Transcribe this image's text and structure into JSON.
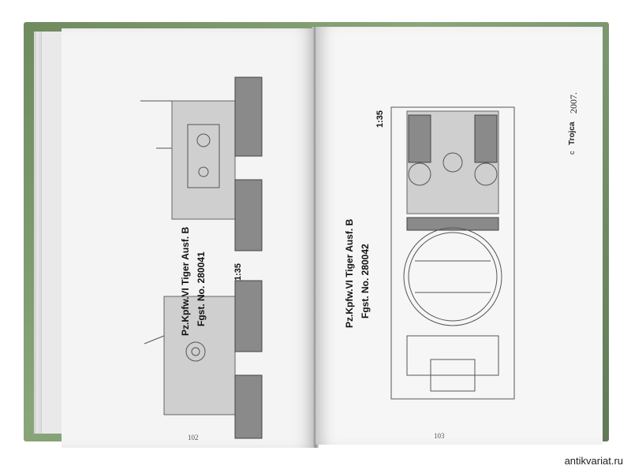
{
  "left_page": {
    "title": "Pz.Kpfw.VI Tiger Ausf. B",
    "fgst": "Fgst. No. 280041",
    "scale": "1:35",
    "page_number": "102"
  },
  "right_page": {
    "title": "Pz.Kpfw.VI Tiger Ausf. B",
    "fgst": "Fgst. No. 280042",
    "scale": "1:35",
    "page_number": "103",
    "publisher_mark": "Trojca",
    "year": "2007.",
    "copyright_symbol": "c"
  },
  "watermark": "antikvariat.ru"
}
